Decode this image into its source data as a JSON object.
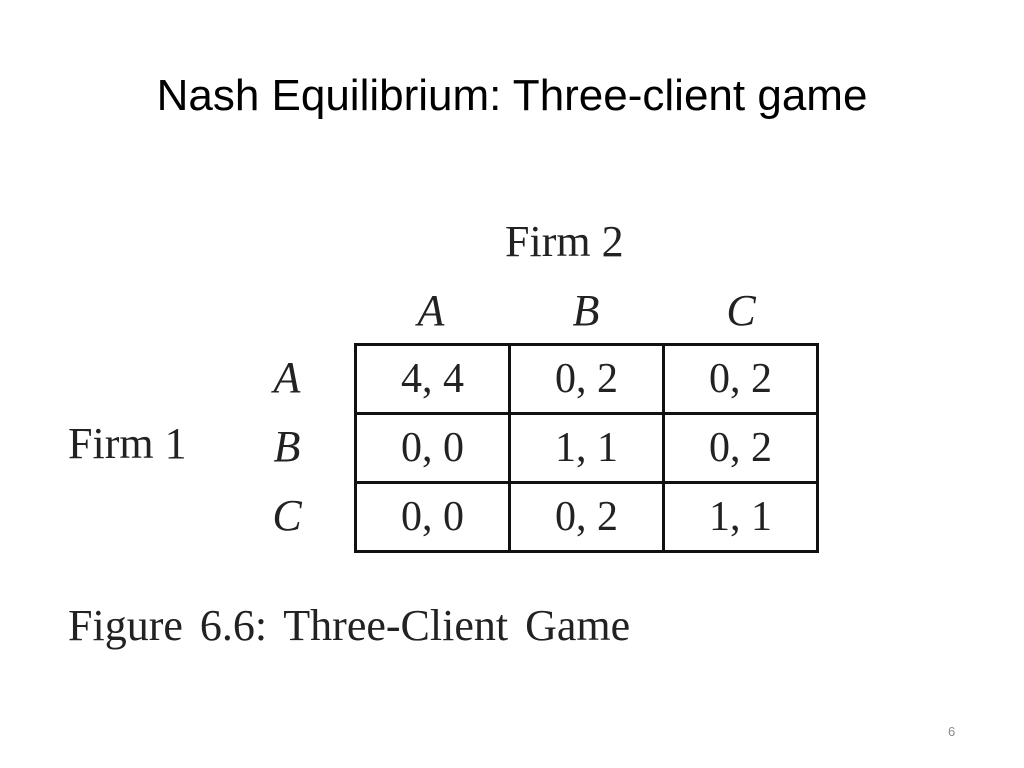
{
  "slide": {
    "title": "Nash Equilibrium: Three-client game",
    "page_number": "6"
  },
  "figure": {
    "column_player": "Firm 2",
    "row_player": "Firm 1",
    "column_strategies": [
      "A",
      "B",
      "C"
    ],
    "row_strategies": [
      "A",
      "B",
      "C"
    ],
    "payoffs": [
      [
        "4, 4",
        "0, 2",
        "0, 2"
      ],
      [
        "0, 0",
        "1, 1",
        "0, 2"
      ],
      [
        "0, 0",
        "0, 2",
        "1, 1"
      ]
    ],
    "caption": "Figure 6.6: Three-Client Game"
  }
}
